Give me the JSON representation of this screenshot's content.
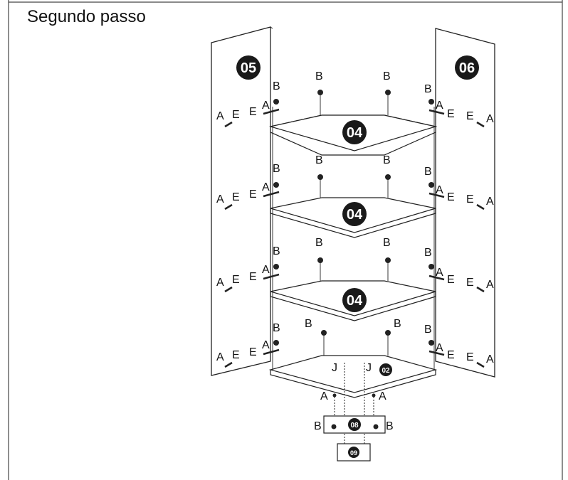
{
  "step_title": "Segundo passo",
  "part_numbers": {
    "left_side_panel": "05",
    "right_side_panel": "06",
    "shelf": "04",
    "bottom_shelf": "02",
    "base_block": "08",
    "foot": "09"
  },
  "hardware_letters": {
    "cam_bolt": "B",
    "cam_lock": "A",
    "dowel": "E",
    "connector": "J"
  },
  "colors": {
    "line": "#222222",
    "badge": "#1a1a1a",
    "badge_text": "#ffffff",
    "panel_fill": "#ffffff"
  }
}
